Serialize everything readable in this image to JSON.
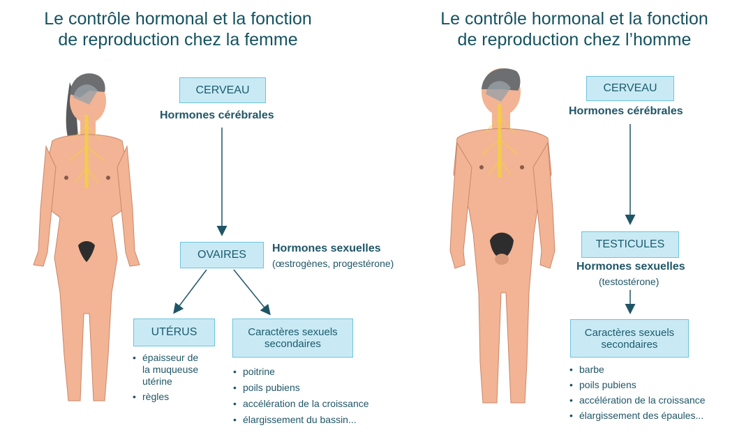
{
  "female": {
    "title_line1": "Le contrôle hormonal et la fonction",
    "title_line2": "de reproduction chez la femme",
    "brain_box": "CERVEAU",
    "brain_hormones": "Hormones cérébrales",
    "gland_box": "OVAIRES",
    "gland_hormones": "Hormones sexuelles",
    "gland_hormones_detail": "(œstrogènes, progestérone)",
    "uterus_box": "UTÉRUS",
    "uterus_items": [
      "épaisseur de",
      "la muqueuse",
      "utérine",
      "règles"
    ],
    "traits_box_line1": "Caractères sexuels",
    "traits_box_line2": "secondaires",
    "traits_items": [
      "poitrine",
      "poils pubiens",
      "accélération de la croissance",
      "élargissement du bassin..."
    ]
  },
  "male": {
    "title_line1": "Le contrôle hormonal et la fonction",
    "title_line2": "de reproduction chez l’homme",
    "brain_box": "CERVEAU",
    "brain_hormones": "Hormones cérébrales",
    "gland_box": "TESTICULES",
    "gland_hormones": "Hormones sexuelles",
    "gland_hormones_detail": "(testostérone)",
    "traits_box_line1": "Caractères sexuels",
    "traits_box_line2": "secondaires",
    "traits_items": [
      "barbe",
      "poils pubiens",
      "accélération de la croissance",
      "élargissement des épaules..."
    ]
  },
  "colors": {
    "box_fill": "#c9eaf5",
    "box_border": "#6cc3dd",
    "arrow": "#1f5566",
    "skin": "#f2b494",
    "spine": "#f5d23c"
  }
}
